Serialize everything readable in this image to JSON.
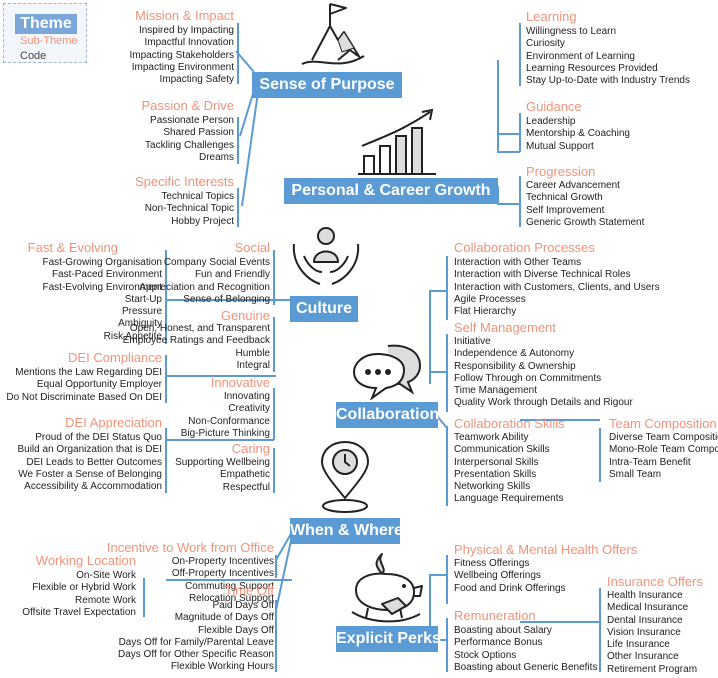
{
  "colors": {
    "theme": "#5b9bd5",
    "sub_theme": "#f0937a",
    "code": "#222222",
    "line": "#5b9bd5"
  },
  "legend": {
    "theme": "Theme",
    "sub_theme": "Sub-Theme",
    "code": "Code"
  },
  "themes": {
    "sense_of_purpose": "Sense of Purpose",
    "career_growth": "Personal & Career Growth",
    "culture": "Culture",
    "collaboration": "Collaboration",
    "when_where": "When & Where",
    "explicit_perks": "Explicit Perks"
  },
  "sub_themes": {
    "mission": {
      "title": "Mission & Impact",
      "codes": [
        "Inspired by Impacting",
        "Impactful Innovation",
        "Impacting Stakeholders",
        "Impacting Environment",
        "Impacting Safety"
      ]
    },
    "passion": {
      "title": "Passion & Drive",
      "codes": [
        "Passionate Person",
        "Shared Passion",
        "Tackling Challenges",
        "Dreams"
      ]
    },
    "interests": {
      "title": "Specific Interests",
      "codes": [
        "Technical Topics",
        "Non-Technical Topic",
        "Hobby Project"
      ]
    },
    "learning": {
      "title": "Learning",
      "codes": [
        "Willingness to Learn",
        "Curiosity",
        "Environment of Learning",
        "Learning Resources Provided",
        "Stay Up-to-Date with Industry Trends"
      ]
    },
    "guidance": {
      "title": "Guidance",
      "codes": [
        "Leadership",
        "Mentorship & Coaching",
        "Mutual Support"
      ]
    },
    "progression": {
      "title": "Progression",
      "codes": [
        "Career Advancement",
        "Technical Growth",
        "Self Improvement",
        "Generic Growth Statement"
      ]
    },
    "fast": {
      "title": "Fast & Evolving",
      "codes": [
        "Fast-Growing Organisation",
        "Fast-Paced Environment",
        "Fast-Evolving Environment",
        "Start-Up",
        "Pressure",
        "Ambiguity",
        "Risk Appetite"
      ]
    },
    "social": {
      "title": "Social",
      "codes": [
        "Company Social Events",
        "Fun and Friendly",
        "Appreciation and Recognition",
        "Sense of Belonging"
      ]
    },
    "genuine": {
      "title": "Genuine",
      "codes": [
        "Open, Honest, and Transparent",
        "Employee Ratings and Feedback",
        "Humble",
        "Integral"
      ]
    },
    "dei_compliance": {
      "title": "DEI Compliance",
      "codes": [
        "Mentions the Law Regarding DEI",
        "Equal Opportunity Employer",
        "Do Not Discriminate Based On DEI"
      ]
    },
    "innovative": {
      "title": "Innovative",
      "codes": [
        "Innovating",
        "Creativity",
        "Non-Conformance",
        "Big-Picture Thinking"
      ]
    },
    "dei_appreciation": {
      "title": "DEI Appreciation",
      "codes": [
        "Proud of the DEI Status Quo",
        "Build an Organization that is DEI",
        "DEI Leads to Better Outcomes",
        "We Foster a Sense of Belonging",
        "Accessibility & Accommodation"
      ]
    },
    "caring": {
      "title": "Caring",
      "codes": [
        "Supporting Wellbeing",
        "Empathetic",
        "Respectful"
      ]
    },
    "collab_processes": {
      "title": "Collaboration Processes",
      "codes": [
        "Interaction with Other Teams",
        "Interaction with Diverse Technical Roles",
        "Interaction with Customers, Clients, and Users",
        "Agile Processes",
        "Flat Hierarchy"
      ]
    },
    "self_management": {
      "title": "Self Management",
      "codes": [
        "Initiative",
        "Independence & Autonomy",
        "Responsibility & Ownership",
        "Follow Through on Commitments",
        "Time Management",
        "Quality Work through Details and Rigour"
      ]
    },
    "collab_skills": {
      "title": "Collaboration Skills",
      "codes": [
        "Teamwork Ability",
        "Communication Skills",
        "Interpersonal Skills",
        "Presentation Skills",
        "Networking Skills",
        "Language Requirements"
      ]
    },
    "team_composition": {
      "title": "Team Composition",
      "codes": [
        "Diverse Team Composition",
        "Mono-Role Team Composition",
        "Intra-Team Benefit",
        "Small Team"
      ]
    },
    "incentive_office": {
      "title": "Incentive to Work from Office",
      "codes": [
        "On-Property Incentives",
        "Off-Property Incentives",
        "Commuting Support",
        "Relocation Support"
      ]
    },
    "working_location": {
      "title": "Working Location",
      "codes": [
        "On-Site Work",
        "Flexible or Hybrid Work",
        "Remote Work",
        "Offsite Travel Expectation"
      ]
    },
    "time_off": {
      "title": "Time Off",
      "codes": [
        "Paid Days Off",
        "Magnitude of Days Off",
        "Flexible Days Off",
        "Days Off for Family/Parental Leave",
        "Days Off for Other Specific Reason",
        "Flexible Working Hours"
      ]
    },
    "health_offers": {
      "title": "Physical & Mental Health Offers",
      "codes": [
        "Fitness Offerings",
        "Wellbeing Offerings",
        "Food and Drink Offerings"
      ]
    },
    "remuneration": {
      "title": "Remuneration",
      "codes": [
        "Boasting about Salary",
        "Performance Bonus",
        "Stock Options",
        "Boasting about Generic Benefits"
      ]
    },
    "insurance": {
      "title": "Insurance Offers",
      "codes": [
        "Health Insurance",
        "Medical Insurance",
        "Dental Insurance",
        "Vision Insurance",
        "Life Insurance",
        "Other Insurance",
        "Retirement Program"
      ]
    }
  }
}
